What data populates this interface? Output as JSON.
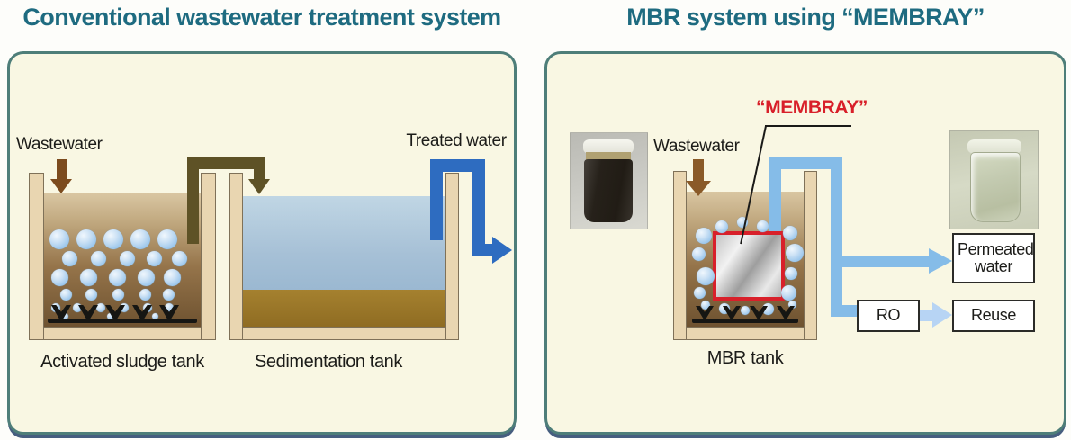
{
  "left_panel": {
    "title": "Conventional wastewater treatment system",
    "labels": {
      "wastewater": "Wastewater",
      "treated_water": "Treated water",
      "activated_sludge_tank": "Activated sludge tank",
      "sedimentation_tank": "Sedimentation tank"
    }
  },
  "right_panel": {
    "title": "MBR system using “MEMBRAY”",
    "labels": {
      "wastewater": "Wastewater",
      "membrane": "“MEMBRAY”",
      "mbr_tank": "MBR tank",
      "permeated_water": "Permeated water",
      "ro": "RO",
      "reuse": "Reuse"
    }
  },
  "colors": {
    "title_teal": "#1e6b80",
    "panel_background": "#f9f7e3",
    "panel_border": "#4e7e79",
    "membray_red": "#d8202a",
    "transfer_pipe_brown": "#5e5226",
    "wastewater_arrow_brown": "#7c4b1e",
    "treated_pipe_blue": "#2e6cc0",
    "permeate_pipe_light_blue": "#85bce8",
    "reuse_arrow_pale_blue": "#b7d4f4",
    "tank_wall_tan": "#e9d6b1",
    "sludge_brown": "#6e5230",
    "water_blue": "#9cb9d3",
    "sediment_brown": "#a5812f",
    "bubble_blue": "#9ac6ec"
  }
}
